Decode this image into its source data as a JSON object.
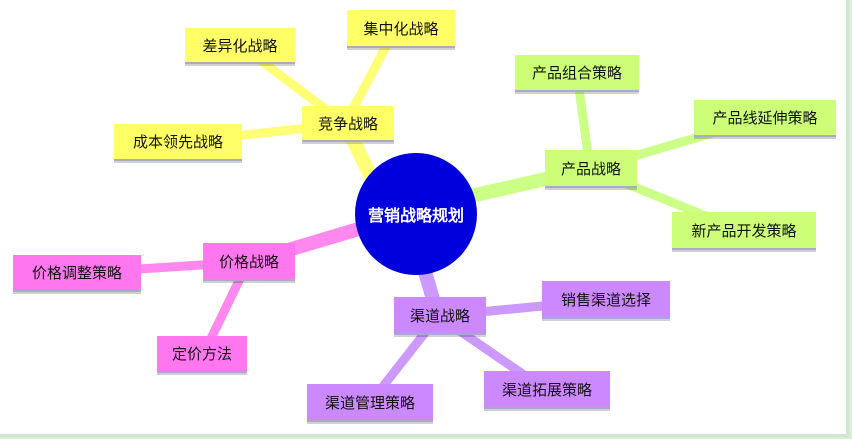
{
  "center": {
    "label": "营销战略规划",
    "color": "#0000dd"
  },
  "branches": {
    "competition": {
      "label": "竞争战略",
      "color": "#ffff66",
      "children": [
        "集中化战略",
        "差异化战略",
        "成本领先战略"
      ]
    },
    "product": {
      "label": "产品战略",
      "color": "#ccff77",
      "children": [
        "产品组合策略",
        "产品线延伸策略",
        "新产品开发策略"
      ]
    },
    "price": {
      "label": "价格战略",
      "color": "#ff77ee",
      "children": [
        "价格调整策略",
        "定价方法"
      ]
    },
    "channel": {
      "label": "渠道战略",
      "color": "#cc88ff",
      "children": [
        "销售渠道选择",
        "渠道拓展策略",
        "渠道管理策略"
      ]
    }
  }
}
